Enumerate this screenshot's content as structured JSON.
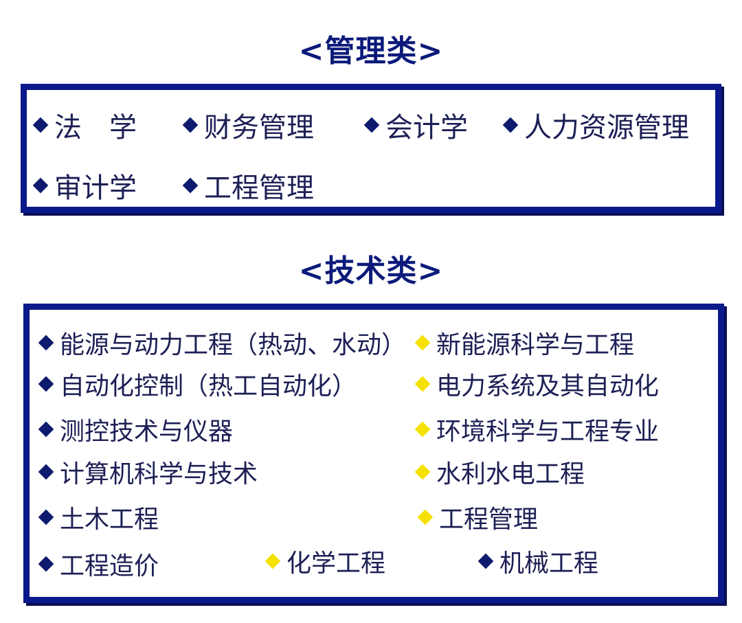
{
  "colors": {
    "navy": "#0b1a8a",
    "diamond_blue": "#0d1a6e",
    "diamond_yellow": "#f5e100",
    "text": "#1c1f55"
  },
  "management": {
    "heading": "<管理类>",
    "items": [
      {
        "label": "法　学",
        "marker": "blue"
      },
      {
        "label": "财务管理",
        "marker": "blue"
      },
      {
        "label": "会计学",
        "marker": "blue"
      },
      {
        "label": "人力资源管理",
        "marker": "blue"
      },
      {
        "label": "审计学",
        "marker": "blue"
      },
      {
        "label": "工程管理",
        "marker": "blue"
      }
    ]
  },
  "technology": {
    "heading": "<技术类>",
    "items": [
      {
        "label": "能源与动力工程（热动、水动）",
        "marker": "blue"
      },
      {
        "label": "新能源科学与工程",
        "marker": "yellow"
      },
      {
        "label": "自动化控制（热工自动化）",
        "marker": "blue"
      },
      {
        "label": "电力系统及其自动化",
        "marker": "yellow"
      },
      {
        "label": "测控技术与仪器",
        "marker": "blue"
      },
      {
        "label": "环境科学与工程专业",
        "marker": "yellow"
      },
      {
        "label": "计算机科学与技术",
        "marker": "blue"
      },
      {
        "label": "水利水电工程",
        "marker": "yellow"
      },
      {
        "label": "土木工程",
        "marker": "blue"
      },
      {
        "label": "工程管理",
        "marker": "yellow"
      },
      {
        "label": "工程造价",
        "marker": "blue"
      },
      {
        "label": "化学工程",
        "marker": "yellow"
      },
      {
        "label": "机械工程",
        "marker": "blue"
      }
    ]
  }
}
